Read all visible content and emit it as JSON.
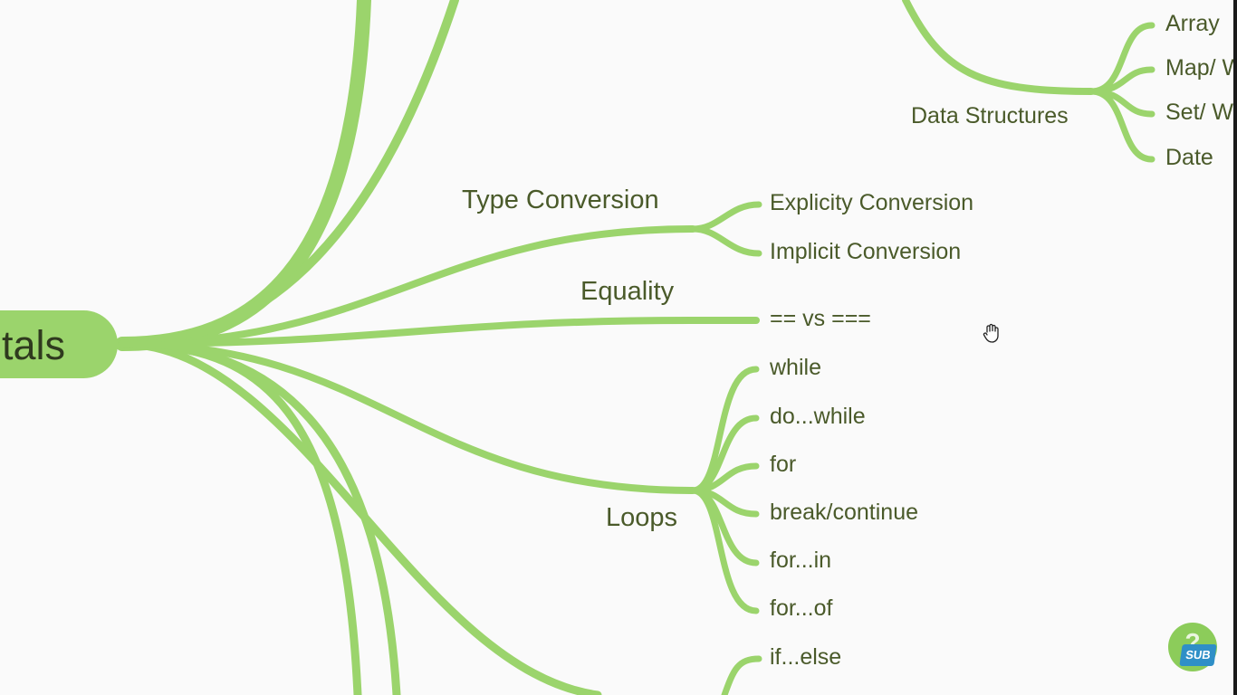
{
  "colors": {
    "branch": "#9bd46c",
    "root_fill": "#9bd46c",
    "text": "#4a5a2a",
    "background": "#fafafa"
  },
  "root": {
    "label": "tals"
  },
  "nodes": {
    "data_structures": "Data Structures",
    "array": "Array",
    "map": "Map/ W",
    "set": "Set/ W",
    "date": "Date",
    "type_conversion": "Type Conversion",
    "explicit": "Explicity Conversion",
    "implicit": "Implicit Conversion",
    "equality": "Equality",
    "eq_vs": "== vs ===",
    "loops": "Loops",
    "while": "while",
    "do_while": "do...while",
    "for": "for",
    "break_continue": "break/continue",
    "for_in": "for...in",
    "for_of": "for...of",
    "if_else": "if...else"
  },
  "help_button": {
    "glyph": "?",
    "badge": "SUB"
  },
  "icons": {
    "cursor": "hand-cursor-icon",
    "help": "help-icon"
  }
}
